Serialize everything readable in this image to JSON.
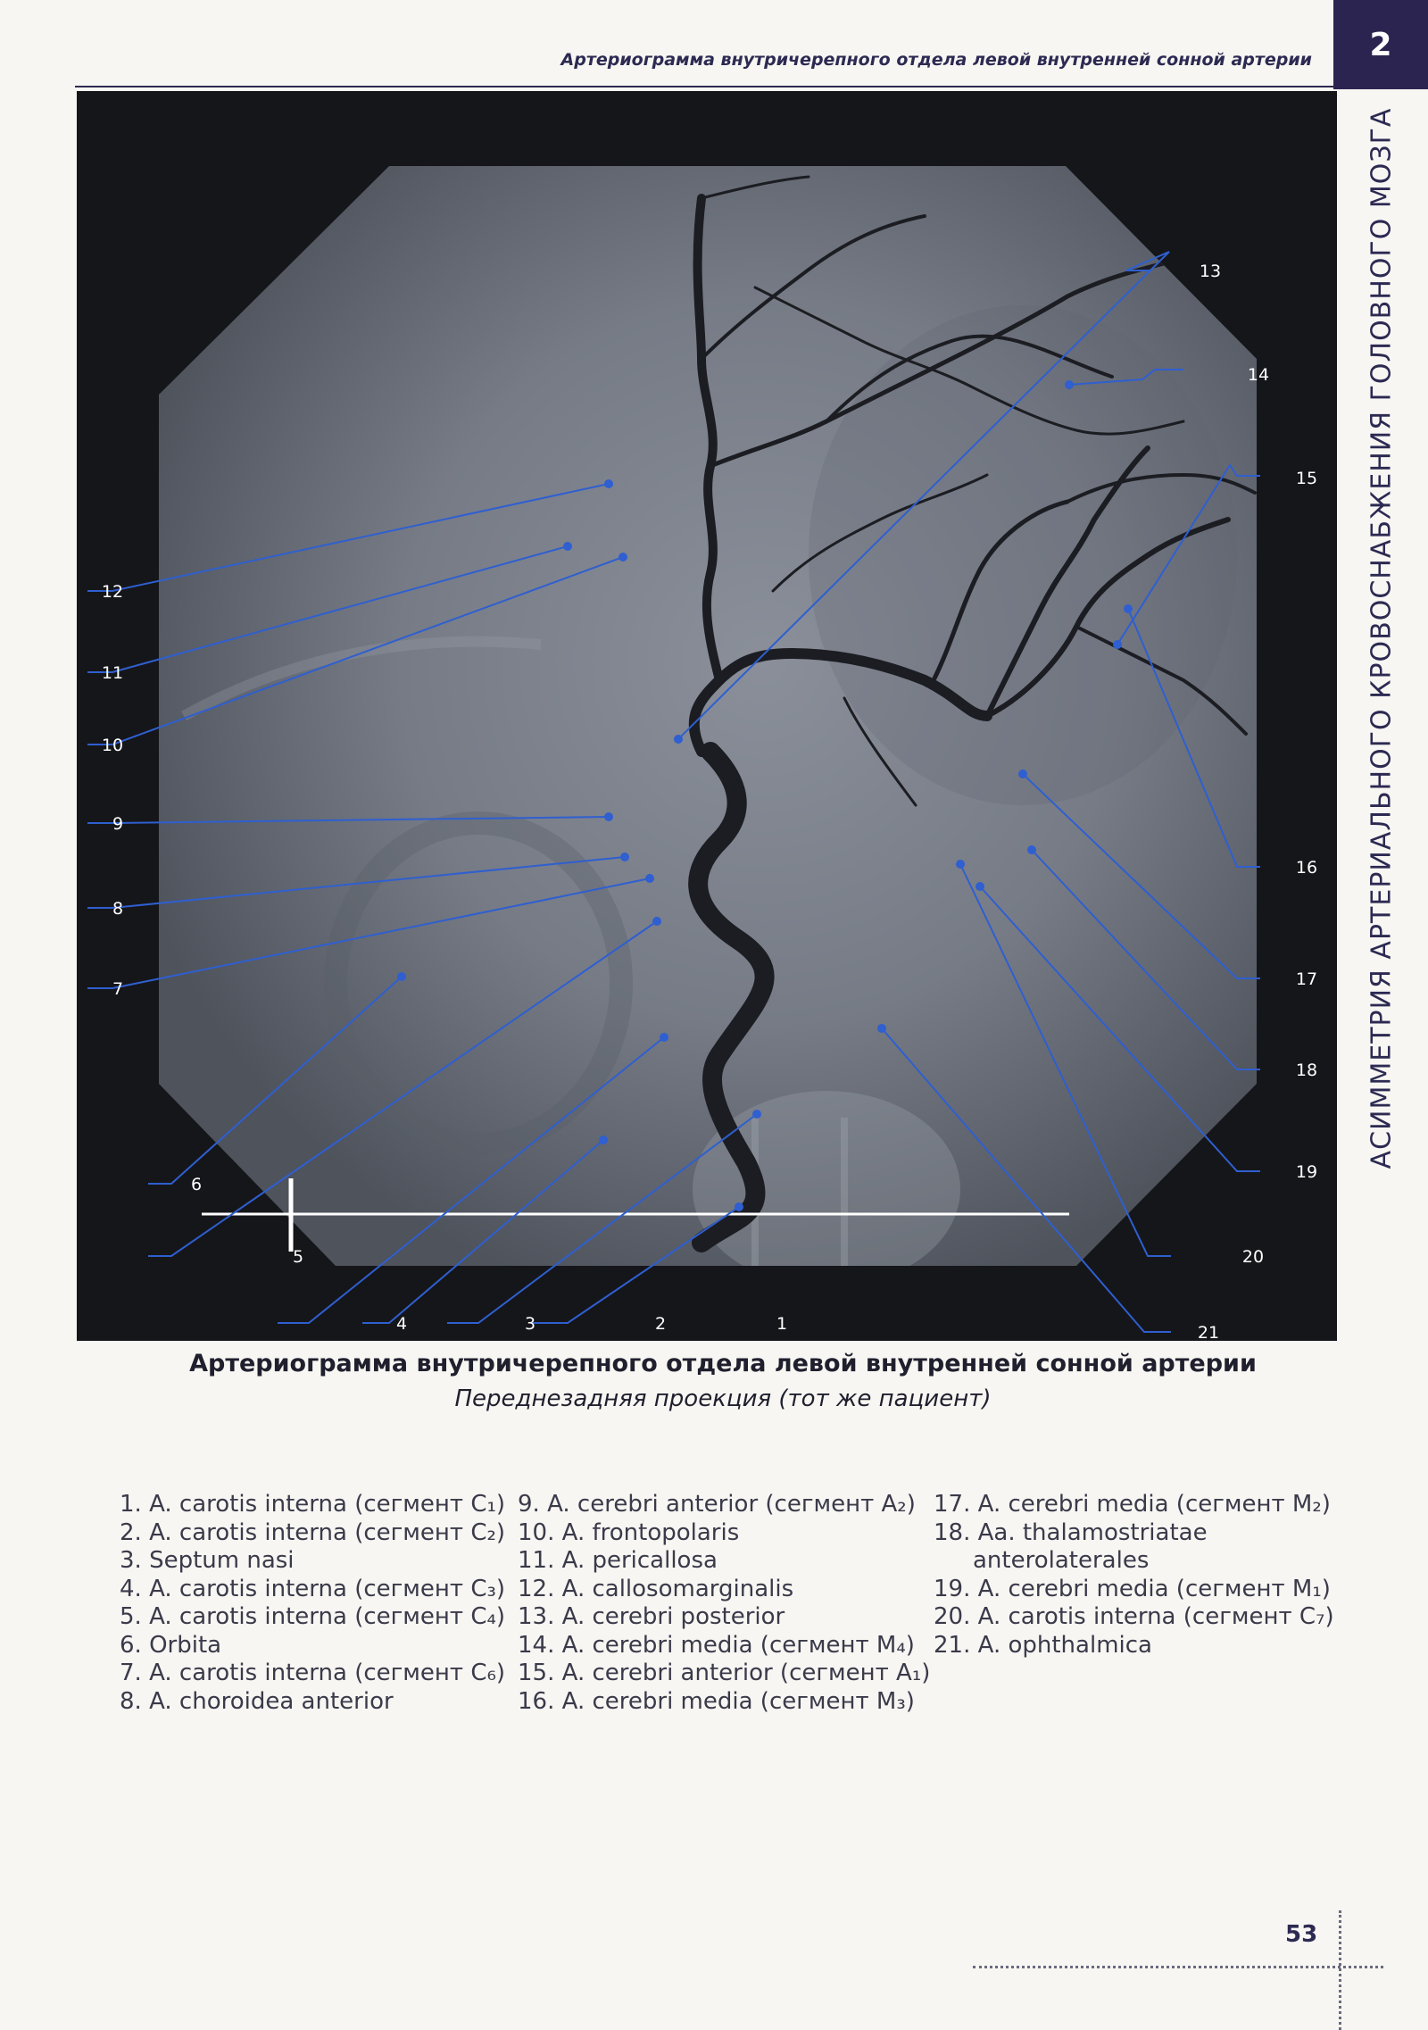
{
  "header": {
    "title": "Артериограмма внутричерепного отдела левой внутренней сонной артерии",
    "chapter_number": "2",
    "side_title": "АСИММЕТРИЯ АРТЕРИАЛЬНОГО КРОВОСНАБЖЕНИЯ ГОЛОВНОГО МОЗГА"
  },
  "figure": {
    "labels": [
      "1",
      "2",
      "3",
      "4",
      "5",
      "6",
      "7",
      "8",
      "9",
      "10",
      "11",
      "12",
      "13",
      "14",
      "15",
      "16",
      "17",
      "18",
      "19",
      "20",
      "21"
    ]
  },
  "caption": {
    "title": "Артериограмма внутричерепного отдела левой внутренней сонной артерии",
    "subtitle": "Переднезадняя проекция (тот же пациент)"
  },
  "legend": {
    "col1": [
      "1. A. carotis interna (сегмент C₁)",
      "2. A. carotis interna (сегмент C₂)",
      "3. Septum nasi",
      "4. A. carotis interna (сегмент C₃)",
      "5. A. carotis interna (сегмент C₄)",
      "6. Orbita",
      "7. A. carotis interna (сегмент C₆)",
      "8. A. choroidea anterior"
    ],
    "col2": [
      "9. A. cerebri anterior (сегмент A₂)",
      "10. A. frontopolaris",
      "11. A. pericallosa",
      "12. A. callosomarginalis",
      "13. A. cerebri posterior",
      "14. A. cerebri media (сегмент M₄)",
      "15. A. cerebri anterior (сегмент A₁)",
      "16. A. cerebri media (сегмент M₃)"
    ],
    "col3": [
      "17. A. cerebri media (сегмент M₂)",
      "18. Aa. thalamostriatae",
      "anterolaterales",
      "19. A. cerebri media (сегмент M₁)",
      "20. A. carotis interna (сегмент C₇)",
      "21. A. ophthalmica"
    ]
  },
  "page_number": "53"
}
